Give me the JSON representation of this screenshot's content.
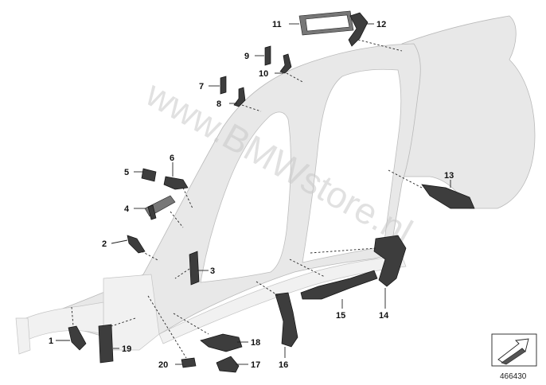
{
  "watermark": "www.BMWstore.nl",
  "diagram_number": "466430",
  "callouts": [
    {
      "id": "c1",
      "label": "1"
    },
    {
      "id": "c2",
      "label": "2"
    },
    {
      "id": "c3",
      "label": "3"
    },
    {
      "id": "c4",
      "label": "4"
    },
    {
      "id": "c5",
      "label": "5"
    },
    {
      "id": "c6",
      "label": "6"
    },
    {
      "id": "c7",
      "label": "7"
    },
    {
      "id": "c8",
      "label": "8"
    },
    {
      "id": "c9",
      "label": "9"
    },
    {
      "id": "c10",
      "label": "10"
    },
    {
      "id": "c11",
      "label": "11"
    },
    {
      "id": "c12",
      "label": "12"
    },
    {
      "id": "c13",
      "label": "13"
    },
    {
      "id": "c14",
      "label": "14"
    },
    {
      "id": "c15",
      "label": "15"
    },
    {
      "id": "c16",
      "label": "16"
    },
    {
      "id": "c17",
      "label": "17"
    },
    {
      "id": "c18",
      "label": "18"
    },
    {
      "id": "c19",
      "label": "19"
    },
    {
      "id": "c20",
      "label": "20"
    }
  ]
}
